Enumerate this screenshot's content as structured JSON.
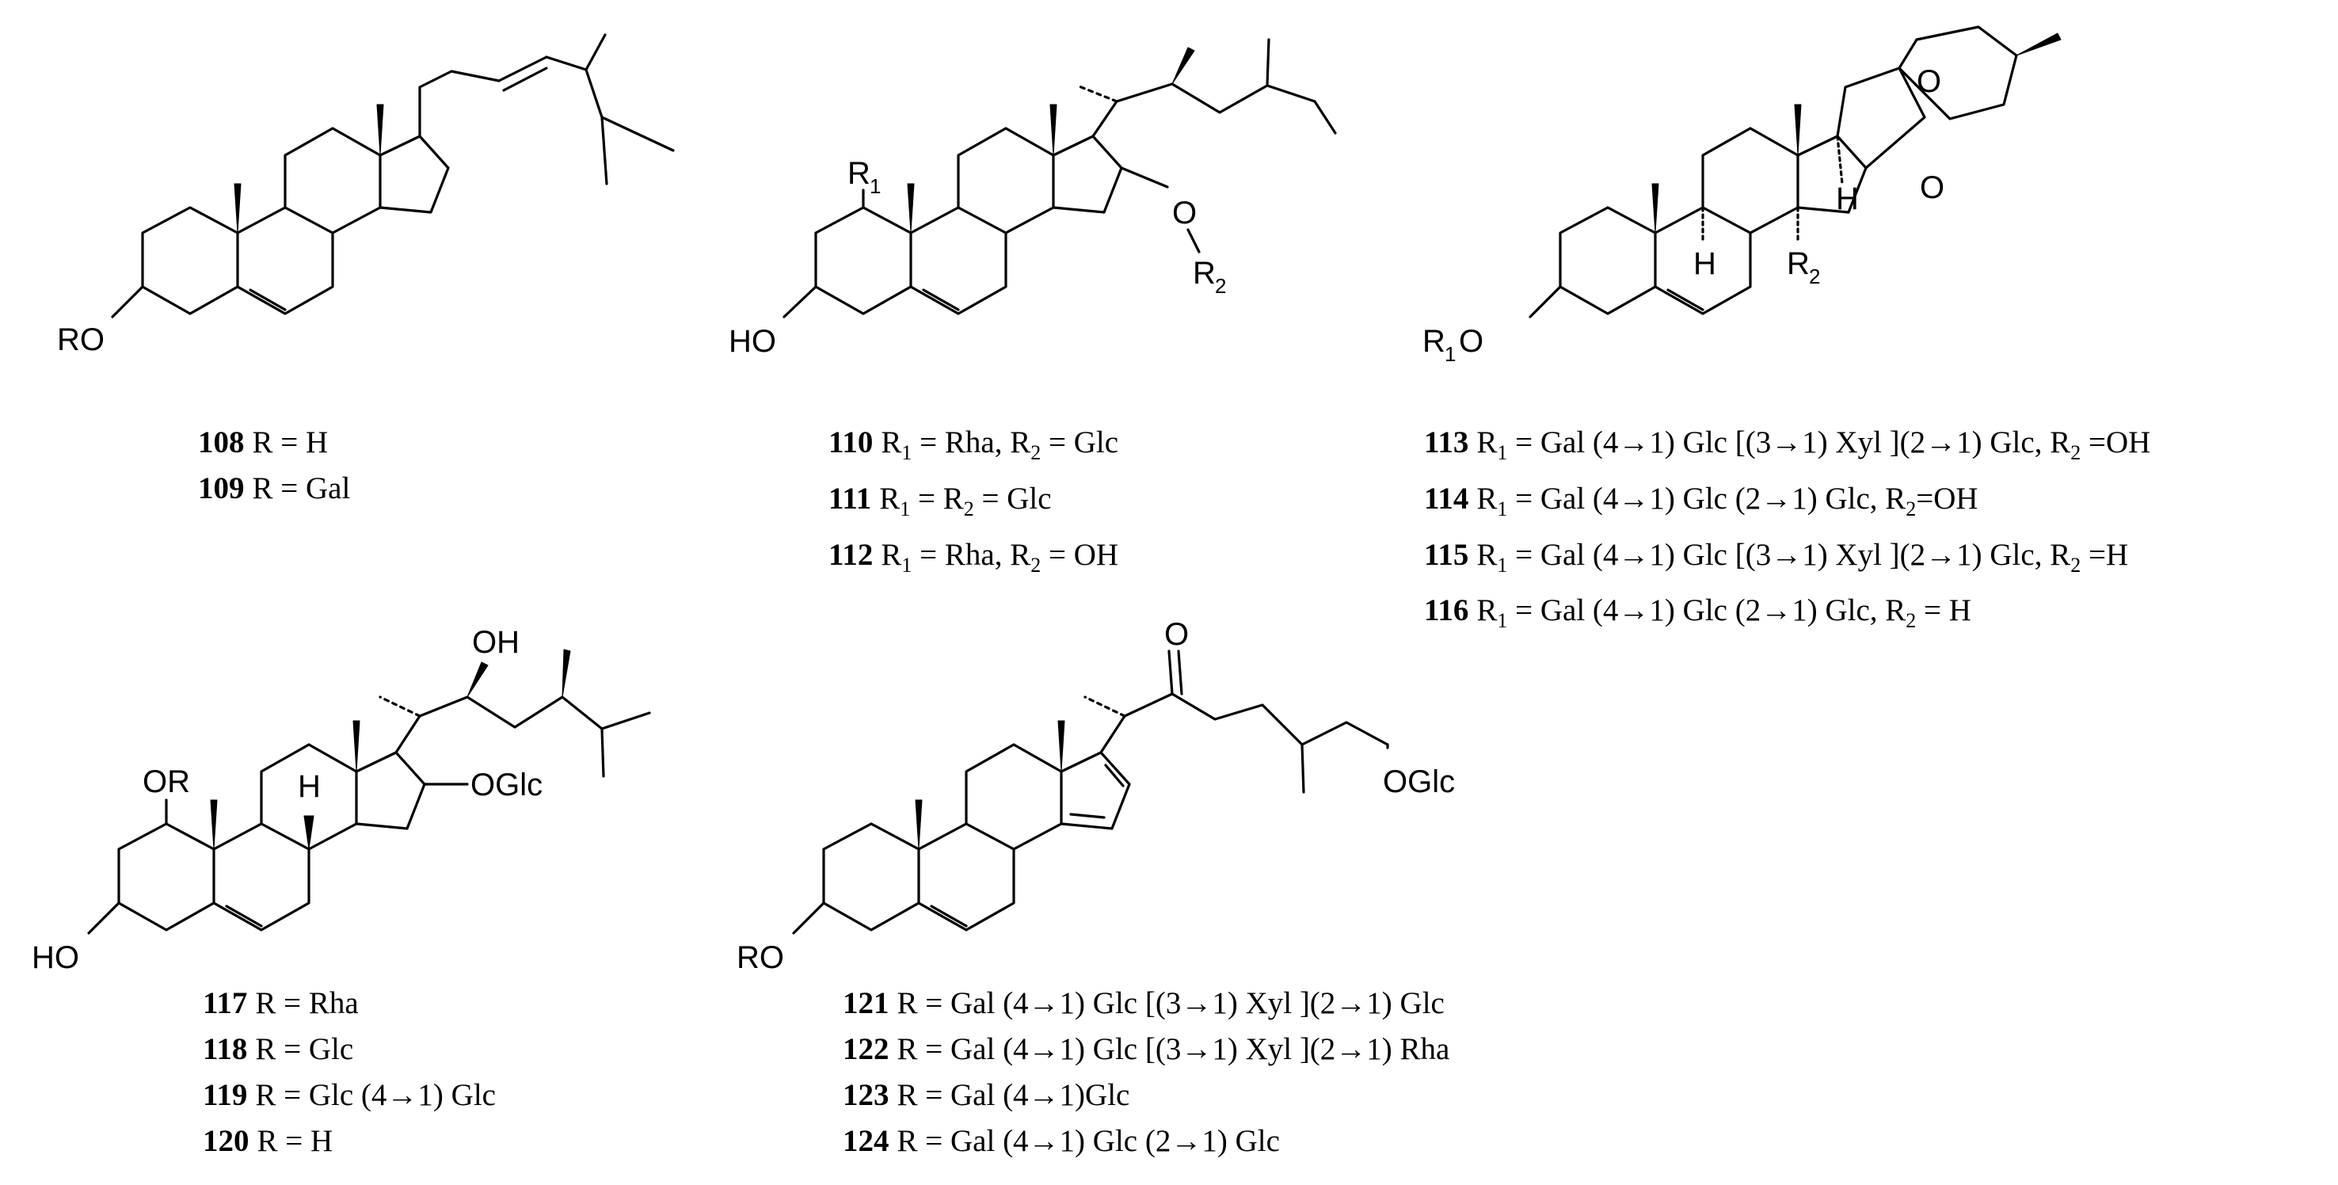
{
  "structures": [
    {
      "id": "108-109",
      "atom_labels": {
        "ro": "RO"
      },
      "captions": [
        {
          "num": "108",
          "text": "R = H"
        },
        {
          "num": "109",
          "text": "R = Gal"
        }
      ]
    },
    {
      "id": "110-112",
      "atom_labels": {
        "r1": "R",
        "r1_sub": "1",
        "ho": "HO",
        "o": "O",
        "r2": "R",
        "r2_sub": "2"
      },
      "captions": [
        {
          "num": "110",
          "parts": [
            "R",
            "1",
            " = Rha, R",
            "2",
            " = Glc"
          ]
        },
        {
          "num": "111",
          "parts": [
            "R",
            "1",
            " = R",
            "2",
            " = Glc"
          ]
        },
        {
          "num": "112",
          "parts": [
            "R",
            "1",
            " = Rha, R",
            "2",
            " = OH"
          ]
        }
      ]
    },
    {
      "id": "113-116",
      "atom_labels": {
        "r1o": "R",
        "r1o_sub": "1",
        "r1o_o": "O",
        "h9": "H",
        "h14": "H",
        "r2": "R",
        "r2_sub": "2",
        "o_pyran": "O",
        "o_furan": "O"
      },
      "captions": [
        {
          "num": "113",
          "parts": [
            "R",
            "1",
            " = Gal (4→1) Glc [(3→1) Xyl ](2→1) Glc, R",
            "2",
            " =OH"
          ]
        },
        {
          "num": "114",
          "parts": [
            "R",
            "1",
            " = Gal (4→1) Glc (2→1) Glc, R",
            "2",
            "=OH"
          ]
        },
        {
          "num": "115",
          "parts": [
            "R",
            "1",
            " = Gal (4→1) Glc [(3→1) Xyl ](2→1) Glc, R",
            "2",
            " =H"
          ]
        },
        {
          "num": "116",
          "parts": [
            "R",
            "1",
            " = Gal (4→1) Glc (2→1) Glc, R",
            "2",
            " = H"
          ]
        }
      ]
    },
    {
      "id": "117-120",
      "atom_labels": {
        "or": "OR",
        "ho": "HO",
        "h8": "H",
        "oh": "OH",
        "oglc": "OGlc"
      },
      "captions": [
        {
          "num": "117",
          "text": "R = Rha"
        },
        {
          "num": "118",
          "text": "R = Glc"
        },
        {
          "num": "119",
          "text": "R = Glc (4→1) Glc"
        },
        {
          "num": "120",
          "text": "R = H"
        }
      ]
    },
    {
      "id": "121-124",
      "atom_labels": {
        "ro": "RO",
        "o_ketone": "O",
        "oglc": "OGlc"
      },
      "captions": [
        {
          "num": "121",
          "text": "R = Gal (4→1) Glc [(3→1) Xyl ](2→1) Glc"
        },
        {
          "num": "122",
          "text": "R = Gal (4→1) Glc [(3→1) Xyl ](2→1) Rha"
        },
        {
          "num": "123",
          "text": "R = Gal (4→1)Glc"
        },
        {
          "num": "124",
          "text": "R = Gal (4→1) Glc (2→1) Glc"
        }
      ]
    }
  ]
}
